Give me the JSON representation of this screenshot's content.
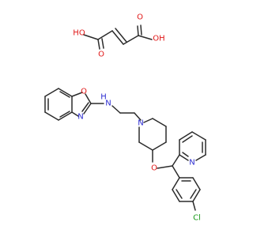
{
  "labels": {
    "hydroxyl_left": "HO",
    "hydroxyl_right": "OH",
    "carbonyl_oxygen_left": "O",
    "carbonyl_oxygen_right": "O",
    "oxazole_oxygen": "O",
    "oxazole_nitrogen": "N",
    "amine": "H",
    "amine_n": "N",
    "piperidine_nitrogen": "N",
    "ether_oxygen": "O",
    "pyridine_nitrogen": "N",
    "chlorine": "Cl"
  },
  "colors": {
    "bond": "#2b2b2b",
    "oxygen": "#e01515",
    "nitrogen": "#2b2bd0",
    "chlorine": "#1a9a1a",
    "background": "#ffffff"
  }
}
